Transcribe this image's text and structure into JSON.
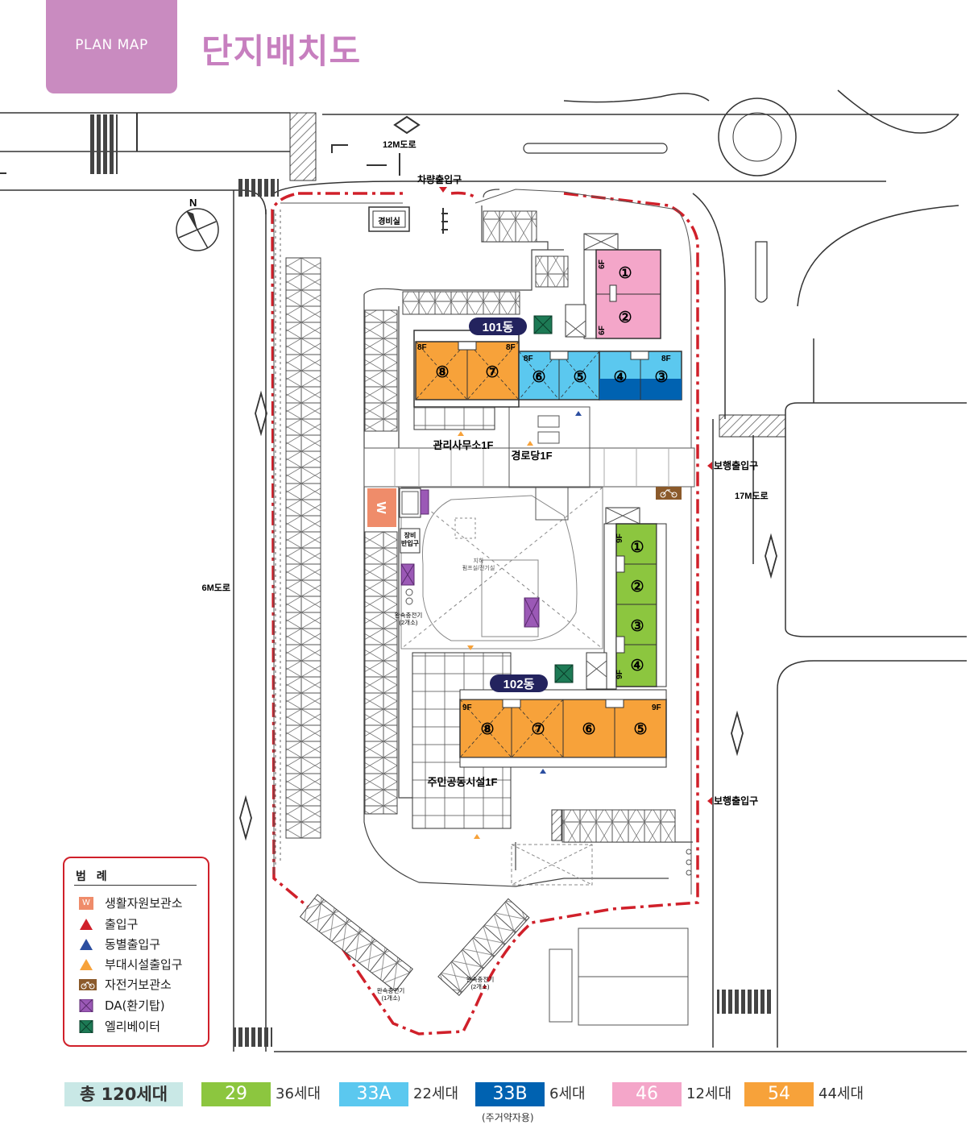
{
  "header": {
    "tab_label": "PLAN MAP",
    "title": "단지배치도"
  },
  "colors": {
    "tab": "#c98bc0",
    "title": "#c77fbf",
    "boundary": "#d0202a",
    "unit_29": "#8cc63f",
    "unit_33A": "#5bc8ef",
    "unit_33B": "#0062b1",
    "unit_46": "#f4a6c9",
    "unit_54": "#f7a23a",
    "total": "#c9e8e6",
    "building_tag": "#23235e",
    "elevator": "#1d7a55",
    "da": "#9b59b6",
    "recycle": "#ef8c6a",
    "bicycle": "#8b5a2b"
  },
  "map": {
    "north": "N",
    "roads": {
      "top": "12M도로",
      "left": "6M도로",
      "right": "17M도로"
    },
    "entrances": {
      "vehicle": "차량출입구",
      "pedestrian_1": "보행출입구",
      "pedestrian_2": "보행출입구"
    },
    "guard": "경비실",
    "facilities": {
      "management": "관리사무소1F",
      "senior": "경로당1F",
      "community": "주민공동시설1F",
      "equipment_entry": "장비\n반입구",
      "pump": "지하\n펌프실/전기실",
      "charger_a": "완속충전기\n(2개소)",
      "charger_b": "완속충전기\n(1개소)",
      "charger_c": "완속충전기\n(2개소)",
      "recycle_icon": "W"
    },
    "buildings": [
      {
        "id": "101",
        "label": "101동"
      },
      {
        "id": "102",
        "label": "102동"
      }
    ],
    "floors": {
      "b101_46_top": "6F",
      "b101_46_bottom": "6F",
      "b101_54_left": "8F",
      "b101_54_right": "8F",
      "b101_33_left": "8F",
      "b101_33_right": "8F",
      "b102_29_top": "9F",
      "b102_29_bottom": "9F",
      "b102_54_left": "9F",
      "b102_54_right": "9F"
    },
    "units": {
      "b101_46": [
        "①",
        "②"
      ],
      "b101_54": [
        "⑧",
        "⑦"
      ],
      "b101_33A": [
        "⑥",
        "⑤"
      ],
      "b101_33B": [
        "④",
        "③"
      ],
      "b102_29": [
        "①",
        "②",
        "③",
        "④"
      ],
      "b102_54": [
        "⑧",
        "⑦",
        "⑥",
        "⑤"
      ]
    }
  },
  "legend": {
    "title": "범 례",
    "items": [
      {
        "label": "생활자원보관소",
        "icon": "recycle-icon"
      },
      {
        "label": "출입구",
        "icon": "red-triangle-icon"
      },
      {
        "label": "동별출입구",
        "icon": "blue-triangle-icon"
      },
      {
        "label": "부대시설출입구",
        "icon": "orange-triangle-icon"
      },
      {
        "label": "자전거보관소",
        "icon": "bicycle-icon"
      },
      {
        "label": "DA(환기탑)",
        "icon": "da-icon"
      },
      {
        "label": "엘리베이터",
        "icon": "elevator-icon"
      }
    ]
  },
  "summary": {
    "total": "총 120세대",
    "types": [
      {
        "type": "29",
        "count": "36세대"
      },
      {
        "type": "33A",
        "count": "22세대"
      },
      {
        "type": "33B",
        "count": "6세대"
      },
      {
        "type": "46",
        "count": "12세대"
      },
      {
        "type": "54",
        "count": "44세대"
      }
    ],
    "note_33B": "(주거약자용)"
  }
}
